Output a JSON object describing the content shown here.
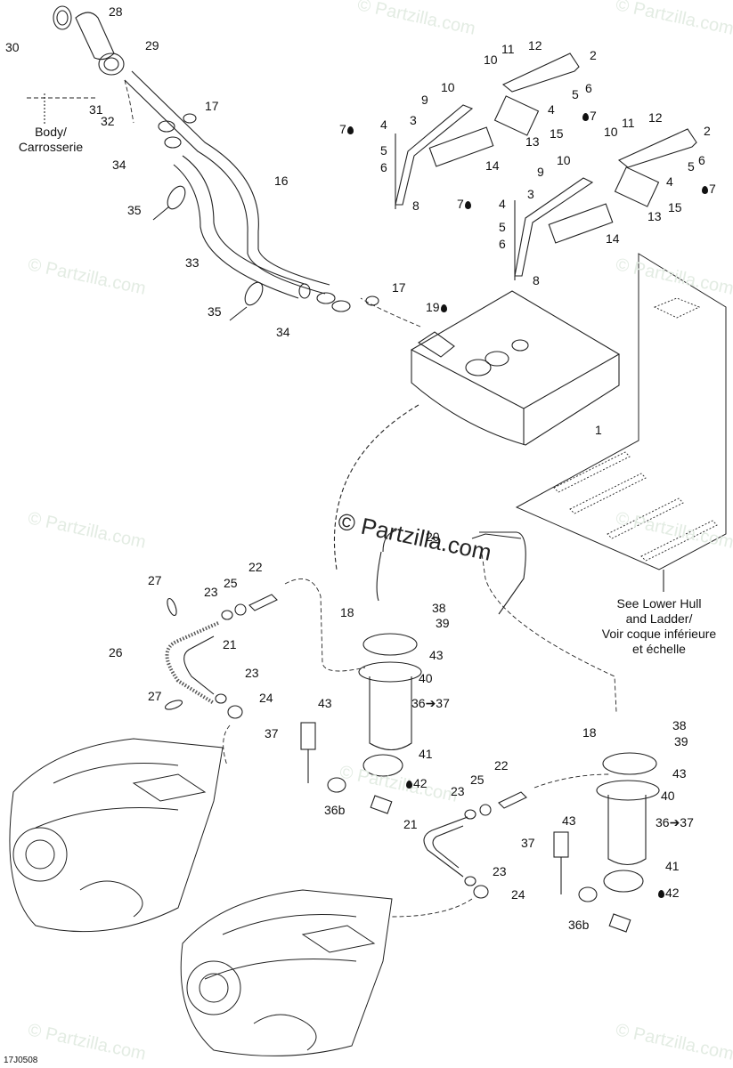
{
  "diagram": {
    "title": "Fuel system exploded parts diagram",
    "drawing_code": "17J0508",
    "watermark": "© Partzilla.com",
    "notes": {
      "body": "Body/\nCarrosserie",
      "lower_hull": "See Lower Hull\nand Ladder/\nVoir coque inférieure\net échelle"
    },
    "callouts": [
      {
        "id": "c28",
        "text": "28"
      },
      {
        "id": "c30",
        "text": "30"
      },
      {
        "id": "c29",
        "text": "29"
      },
      {
        "id": "c31",
        "text": "31"
      },
      {
        "id": "c32",
        "text": "32"
      },
      {
        "id": "c17a",
        "text": "17"
      },
      {
        "id": "c34a",
        "text": "34"
      },
      {
        "id": "c16",
        "text": "16"
      },
      {
        "id": "c35a",
        "text": "35"
      },
      {
        "id": "c33",
        "text": "33"
      },
      {
        "id": "c35b",
        "text": "35"
      },
      {
        "id": "c34b",
        "text": "34"
      },
      {
        "id": "c17b",
        "text": "17"
      },
      {
        "id": "c19",
        "text": "19",
        "drop": true
      },
      {
        "id": "c12a",
        "text": "12"
      },
      {
        "id": "c11a",
        "text": "11"
      },
      {
        "id": "c10a",
        "text": "10"
      },
      {
        "id": "c2a",
        "text": "2"
      },
      {
        "id": "c6a",
        "text": "6"
      },
      {
        "id": "c5a",
        "text": "5"
      },
      {
        "id": "c4a",
        "text": "4"
      },
      {
        "id": "c7a",
        "text": "7",
        "drop": true
      },
      {
        "id": "c9a",
        "text": "9"
      },
      {
        "id": "c10b",
        "text": "10"
      },
      {
        "id": "c3a",
        "text": "3"
      },
      {
        "id": "c15a",
        "text": "15"
      },
      {
        "id": "c13a",
        "text": "13"
      },
      {
        "id": "c14a",
        "text": "14"
      },
      {
        "id": "c7b",
        "text": "7",
        "drop": true
      },
      {
        "id": "c4b",
        "text": "4"
      },
      {
        "id": "c5b",
        "text": "5"
      },
      {
        "id": "c6b",
        "text": "6"
      },
      {
        "id": "c8a",
        "text": "8"
      },
      {
        "id": "c12b",
        "text": "12"
      },
      {
        "id": "c11b",
        "text": "11"
      },
      {
        "id": "c10c",
        "text": "10"
      },
      {
        "id": "c2b",
        "text": "2"
      },
      {
        "id": "c6c",
        "text": "6"
      },
      {
        "id": "c5c",
        "text": "5"
      },
      {
        "id": "c4c",
        "text": "4"
      },
      {
        "id": "c7c",
        "text": "7",
        "drop": true
      },
      {
        "id": "c9b",
        "text": "9"
      },
      {
        "id": "c10d",
        "text": "10"
      },
      {
        "id": "c3b",
        "text": "3"
      },
      {
        "id": "c15b",
        "text": "15"
      },
      {
        "id": "c13b",
        "text": "13"
      },
      {
        "id": "c14b",
        "text": "14"
      },
      {
        "id": "c7d",
        "text": "7",
        "drop": true
      },
      {
        "id": "c4d",
        "text": "4"
      },
      {
        "id": "c5d",
        "text": "5"
      },
      {
        "id": "c6d",
        "text": "6"
      },
      {
        "id": "c8b",
        "text": "8"
      },
      {
        "id": "c1",
        "text": "1"
      },
      {
        "id": "c20",
        "text": "20"
      },
      {
        "id": "c22a",
        "text": "22"
      },
      {
        "id": "c27a",
        "text": "27"
      },
      {
        "id": "c23a",
        "text": "23"
      },
      {
        "id": "c25a",
        "text": "25"
      },
      {
        "id": "c26",
        "text": "26"
      },
      {
        "id": "c21a",
        "text": "21"
      },
      {
        "id": "c23b",
        "text": "23"
      },
      {
        "id": "c24a",
        "text": "24"
      },
      {
        "id": "c27b",
        "text": "27"
      },
      {
        "id": "c18a",
        "text": "18"
      },
      {
        "id": "c38a",
        "text": "38"
      },
      {
        "id": "c39a",
        "text": "39"
      },
      {
        "id": "c43a",
        "text": "43"
      },
      {
        "id": "c40a",
        "text": "40"
      },
      {
        "id": "c43b",
        "text": "43"
      },
      {
        "id": "c36a",
        "text": "36➔37"
      },
      {
        "id": "c37a",
        "text": "37"
      },
      {
        "id": "c41a",
        "text": "41"
      },
      {
        "id": "c42a",
        "text": "42",
        "drop": true
      },
      {
        "id": "c36ba",
        "text": "36b"
      },
      {
        "id": "c22b",
        "text": "22"
      },
      {
        "id": "c25b",
        "text": "25"
      },
      {
        "id": "c23c",
        "text": "23"
      },
      {
        "id": "c21b",
        "text": "21"
      },
      {
        "id": "c23d",
        "text": "23"
      },
      {
        "id": "c24b",
        "text": "24"
      },
      {
        "id": "c18b",
        "text": "18"
      },
      {
        "id": "c38b",
        "text": "38"
      },
      {
        "id": "c39b",
        "text": "39"
      },
      {
        "id": "c43c",
        "text": "43"
      },
      {
        "id": "c40b",
        "text": "40"
      },
      {
        "id": "c43d",
        "text": "43"
      },
      {
        "id": "c36b",
        "text": "36➔37"
      },
      {
        "id": "c37b",
        "text": "37"
      },
      {
        "id": "c41b",
        "text": "41"
      },
      {
        "id": "c42b",
        "text": "42",
        "drop": true
      },
      {
        "id": "c36bb",
        "text": "36b"
      }
    ]
  }
}
